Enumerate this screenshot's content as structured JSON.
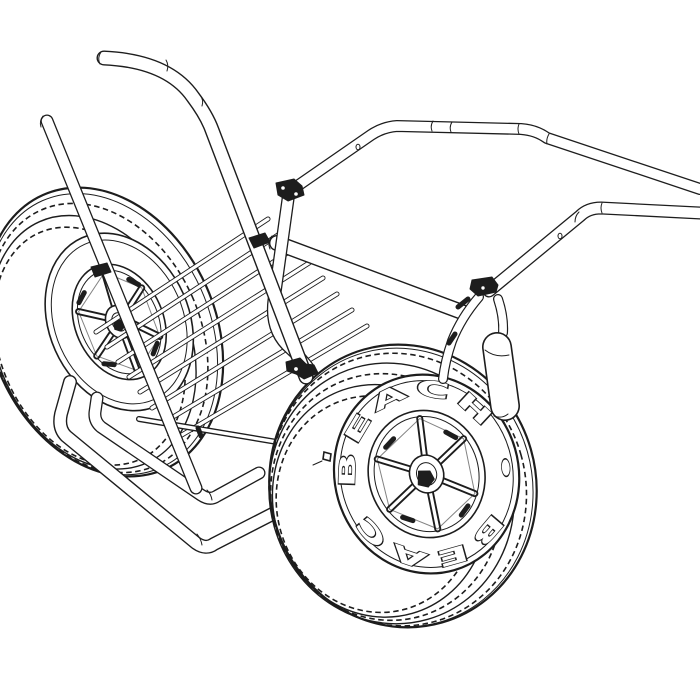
{
  "page": {
    "background_color": "#ffffff"
  },
  "drawing": {
    "type": "technical CAD line drawing",
    "subject": "two-wheel beach fishing cart frame, three-quarter isometric view",
    "stroke_color": "#1d1d1d",
    "fill_color": "#ffffff",
    "front_wheel": {
      "rim_text": "BEACH • BEACH •",
      "spoke_count": 6,
      "style": "wide balloon tire, concentric tread rings, star-spoke hub"
    },
    "rear_wheel": {
      "style": "matching balloon wheel, partially hidden behind frame tubes"
    },
    "components": [
      "handle-grip",
      "handle-tube",
      "far-handle-tube",
      "top-basket-rail",
      "lower-side-rail",
      "support-post",
      "diagonal-brace",
      "cargo-bed-slats",
      "axle-rod",
      "outer-bumper-frame",
      "inner-bumper-frame",
      "wheel-fork-bracket",
      "rod-holder-tube",
      "mounting-clamps",
      "valve-clip"
    ]
  }
}
